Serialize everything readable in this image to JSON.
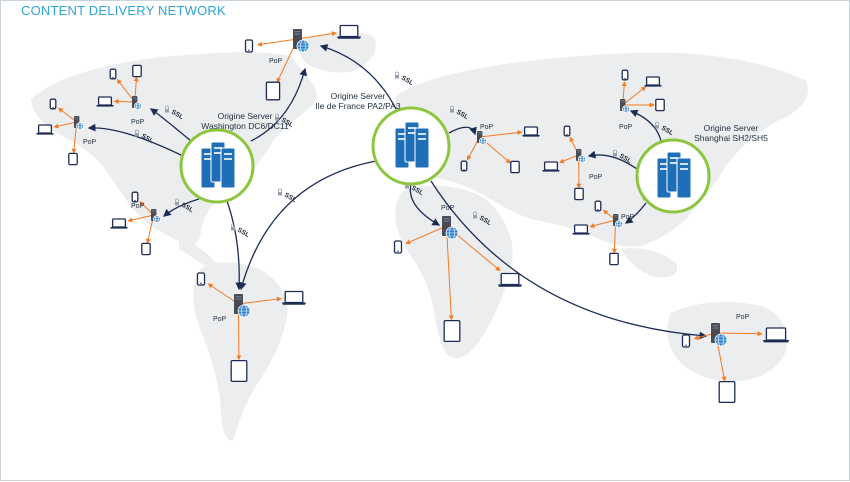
{
  "title": "CONTENT DELIVERY NETWORK",
  "colors": {
    "map": "#ebedef",
    "origin_ring": "#8cc63f",
    "server_blue": "#1f6fb8",
    "arrow_dark": "#1c2d54",
    "arrow_orange": "#f47a20",
    "device": "#1c2d54"
  },
  "icons": [
    "server-icon",
    "globe-icon",
    "laptop-icon",
    "tablet-icon",
    "phone-icon",
    "lock-icon"
  ],
  "pop_label": "PoP",
  "ssl_label": "SSL",
  "origins": [
    {
      "id": "washington",
      "line1": "Origine Server",
      "line2": "Washington DC6/DC11"
    },
    {
      "id": "paris",
      "line1": "Origine Server",
      "line2": "Ile de France PA2/PA3"
    },
    {
      "id": "shanghai",
      "line1": "Origine Server",
      "line2": "Shanghai SH2/SH5"
    }
  ]
}
